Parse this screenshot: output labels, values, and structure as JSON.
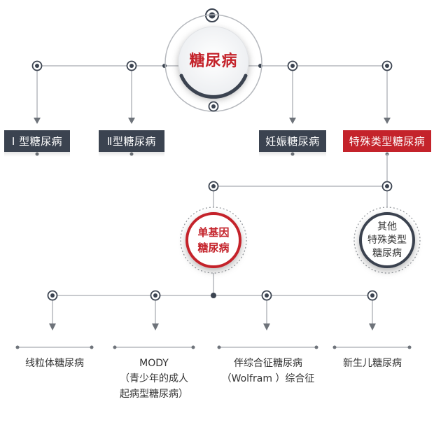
{
  "root": {
    "label": "糖尿病"
  },
  "types": [
    {
      "label": "Ⅰ 型糖尿病"
    },
    {
      "label": "Ⅱ型糖尿病"
    },
    {
      "label": "妊娠糖尿病"
    },
    {
      "label": "特殊类型糖尿病"
    }
  ],
  "special": {
    "monogenic": {
      "line1": "单基因",
      "line2": "糖尿病"
    },
    "other": {
      "line1": "其他",
      "line2": "特殊类型",
      "line3": "糖尿病"
    }
  },
  "leaves": [
    {
      "line1": "线粒体糖尿病"
    },
    {
      "line1": "MODY",
      "line2": "（青少年的成人",
      "line3": "起病型糖尿病）"
    },
    {
      "line1": "伴综合征糖尿病",
      "line2": "（Wolfram ）综合征"
    },
    {
      "line1": "新生儿糖尿病"
    }
  ],
  "colors": {
    "dark": "#3b4350",
    "red": "#c4232b",
    "line": "#b5b8bd",
    "node": "#3b4350"
  }
}
